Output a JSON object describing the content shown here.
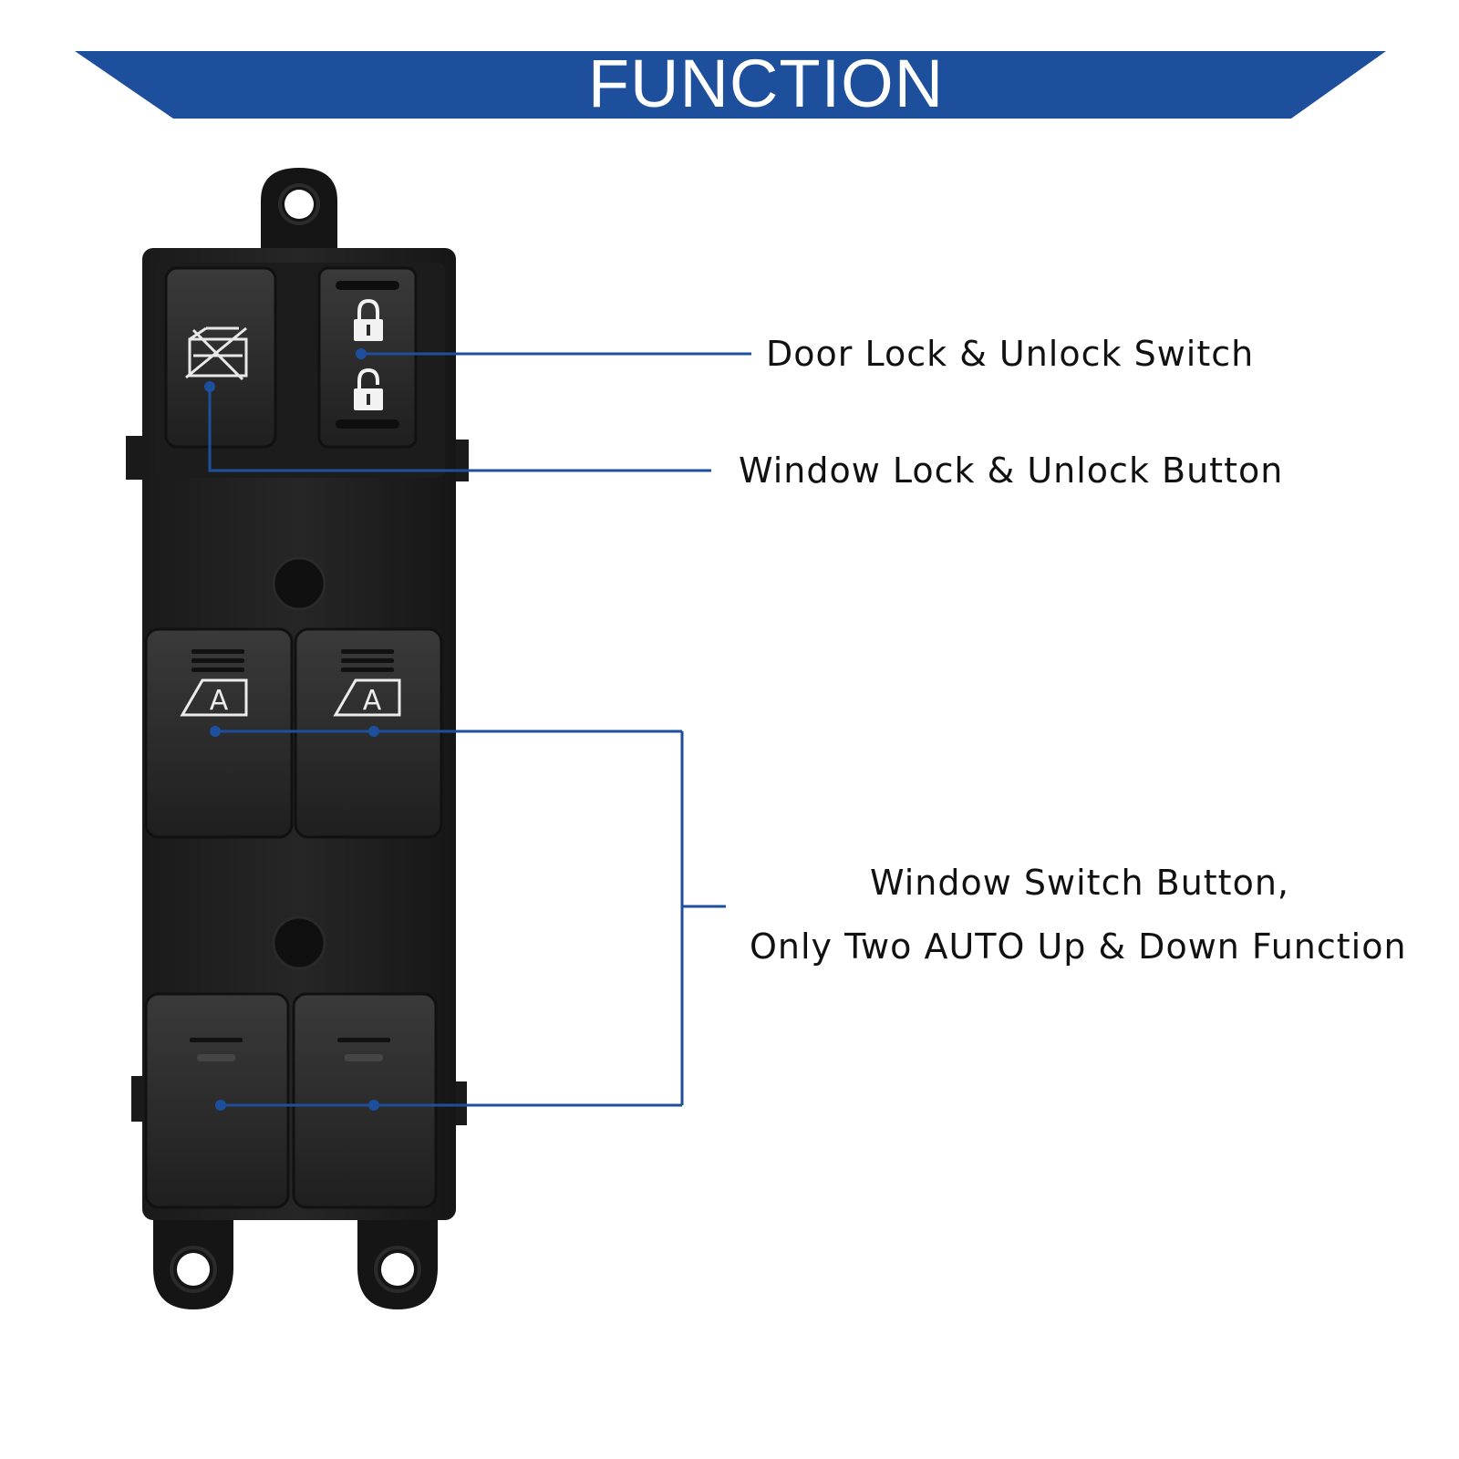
{
  "banner": {
    "title": "FUNCTION",
    "color": "#1d4f9c"
  },
  "callouts": {
    "door_lock": "Door Lock & Unlock Switch",
    "window_lock": "Window Lock & Unlock Button",
    "window_switch_line1": "Window Switch Button,",
    "window_switch_line2": "Only Two AUTO Up & Down Function",
    "line_color": "#1d4f9c"
  },
  "product": {
    "auto_badge_letter": "A",
    "icons": [
      "window-lock-icon",
      "padlock-locked-icon",
      "padlock-unlocked-icon",
      "auto-window-icon"
    ]
  }
}
